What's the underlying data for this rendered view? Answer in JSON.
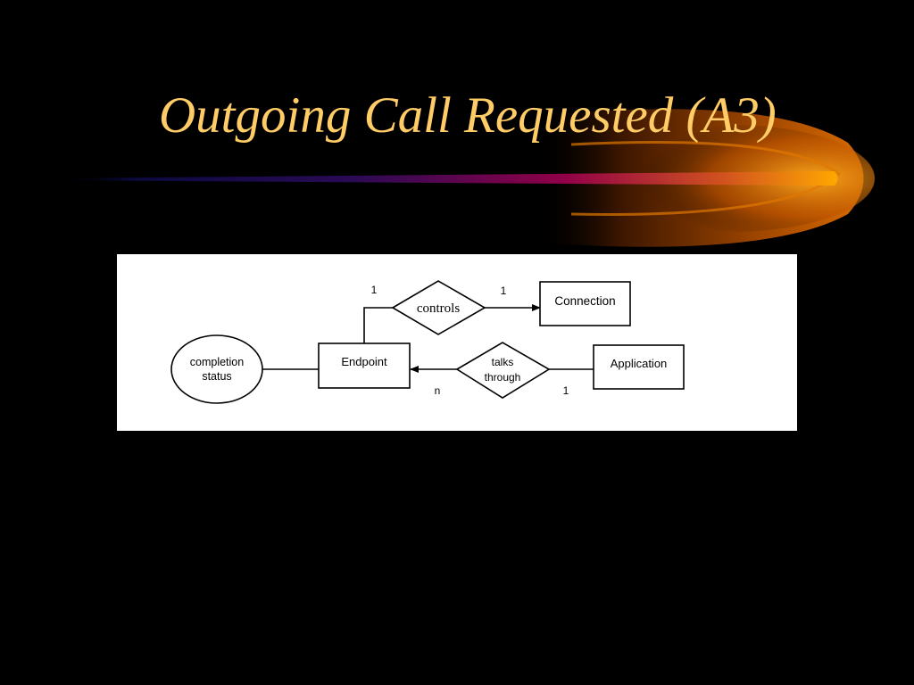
{
  "slide": {
    "title": "Outgoing Call Requested (A3)"
  },
  "colors": {
    "background": "#000000",
    "title": "#ffcc66",
    "diagram_background": "#ffffff",
    "diagram_ink": "#000000"
  },
  "diagram": {
    "entities": {
      "connection": "Connection",
      "endpoint": "Endpoint",
      "application": "Application"
    },
    "attributes": {
      "completion_status": [
        "completion",
        "status"
      ]
    },
    "relationships": {
      "controls": "controls",
      "talks_through": [
        "talks",
        "through"
      ]
    },
    "cardinalities": {
      "controls_endpoint_side": "1",
      "controls_connection_side": "1",
      "talks_through_endpoint_side": "n",
      "talks_through_application_side": "1"
    }
  }
}
